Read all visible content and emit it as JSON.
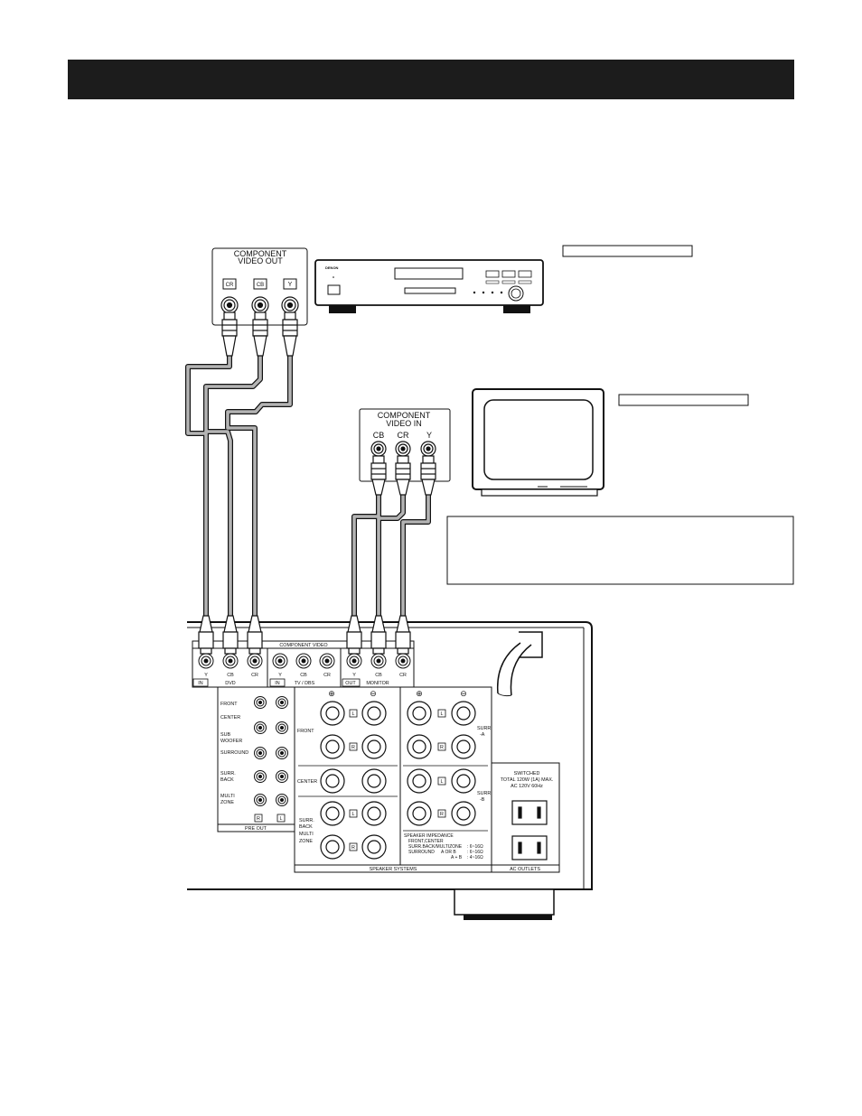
{
  "dvd_player": {
    "brand": "DENON",
    "output_panel": {
      "title_line1": "COMPONENT",
      "title_line2": "VIDEO OUT",
      "jacks": [
        "CR",
        "CB",
        "Y"
      ]
    }
  },
  "monitor": {
    "input_panel": {
      "title_line1": "COMPONENT",
      "title_line2": "VIDEO IN",
      "jacks": [
        "CB",
        "CR",
        "Y"
      ]
    }
  },
  "receiver": {
    "component_video": {
      "title": "COMPONENT VIDEO",
      "jack_labels": [
        "Y",
        "CB",
        "CR",
        "Y",
        "CB",
        "CR",
        "Y",
        "CB",
        "CR"
      ],
      "groups": [
        {
          "tag": "IN",
          "name": "DVD"
        },
        {
          "tag": "IN",
          "name": "TV / DBS"
        },
        {
          "tag": "OUT",
          "name": "MONITOR"
        }
      ]
    },
    "pre_out": {
      "title": "PRE OUT",
      "rows": [
        "FRONT",
        "CENTER",
        "SUB",
        "WOOFER",
        "SURROUND",
        "SURR.",
        "BACK",
        "MULTI",
        "ZONE"
      ],
      "channel_tags": [
        "R",
        "L"
      ]
    },
    "speaker_systems": {
      "title": "SPEAKER SYSTEMS",
      "left_rows": [
        "FRONT",
        "CENTER",
        "SURR.",
        "BACK",
        "MULTI",
        "ZONE"
      ],
      "right_labels": [
        "SURR.",
        "-A",
        "SURR.",
        "-B"
      ],
      "polarity": [
        "⊕",
        "⊖"
      ],
      "channel_tags": [
        "L",
        "R"
      ],
      "impedance": {
        "title": "SPEAKER IMPEDANCE",
        "lines": [
          "FRONT,CENTER",
          "SURR.BACK/MULTIZONE",
          "SURROUND",
          "A  OR  B",
          "A  +  B"
        ],
        "values": [
          ": 6~16Ω",
          ": 6~16Ω",
          ": 4~16Ω"
        ]
      }
    },
    "ac_outlets": {
      "title": "AC OUTLETS",
      "lines": [
        "SWITCHED",
        "TOTAL 120W (1A) MAX.",
        "AC  120V  60Hz"
      ]
    }
  }
}
